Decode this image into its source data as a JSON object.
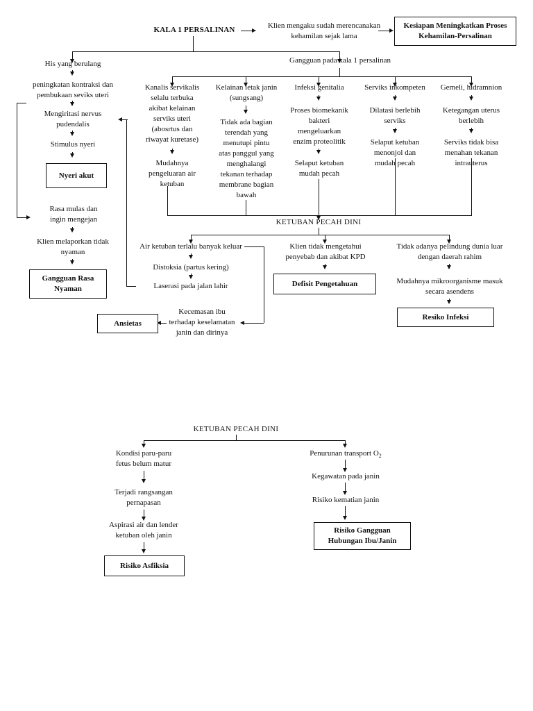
{
  "diagram": {
    "title": "Pathway KALA 1 PERSALINAN / KETUBAN PECAH DINI",
    "upper_section": {
      "root": "KALA 1 PERSALINAN",
      "assessment_right": "Klien mengaku sudah merencanakan\nkehamilan sejak lama",
      "diagnosis_top_right": "Kesiapan Meningkatkan Proses\nKehamilan-Persalinan",
      "branch_hub": "Gangguan pada kala 1 persalinan",
      "left_chain": {
        "n1": "His yang berulang",
        "n2": "peningkatan kontraksi dan\npembukaan seviks uteri",
        "n3": "Mengiritasi nervus\npudendalis",
        "n4": "Stimulus nyeri",
        "dx1": "Nyeri akut",
        "n5": "Rasa mulas dan\ningin mengejan",
        "n6": "Klien melaporkan tidak\nnyaman",
        "dx2": "Gangguan Rasa\nNyaman"
      },
      "columns": [
        {
          "name": "kanalis-servikalis",
          "steps": [
            "Kanalis servikalis\nselalu terbuka\nakibat kelainan\nserviks uteri\n(abosrtus dan\nriwayat kuretase)",
            "Mudahnya\npengeluaran air\nketuban"
          ]
        },
        {
          "name": "kelainan-letak-janin",
          "steps": [
            "Kelainan letak janin\n(sungsang)",
            "Tidak ada bagian\nterendah yang\nmenutupi pintu\natas panggul yang\nmenghalangi\ntekanan terhadap\nmembrane bagian\nbawah"
          ]
        },
        {
          "name": "infeksi-genitalia",
          "steps": [
            "Infeksi genitalia",
            "Proses biomekanik\nbakteri\nmengeluarkan\nenzim proteolitik",
            "Selaput ketuban\nmudah pecah"
          ]
        },
        {
          "name": "serviks-inkompeten",
          "steps": [
            "Serviks inkompeten",
            "Dilatasi berlebih\nserviks",
            "Selaput ketuban\nmenonjol dan\nmudah pecah"
          ]
        },
        {
          "name": "gemeli-hidramnion",
          "steps": [
            "Gemeli, hidramnion",
            "Ketegangan uterus\nberlebih",
            "Serviks tidak bisa\nmenahan tekanan\nintrauterus"
          ]
        }
      ],
      "kpd_label": "KETUBAN PECAH DINI",
      "kpd_branches": [
        {
          "name": "air-ketuban-keluar",
          "steps": [
            "Air ketuban terlalu banyak keluar",
            "Distoksia (partus kering)",
            "Laserasi pada jalan lahir"
          ],
          "anxiety_node": "Kecemasan ibu\nterhadap keselamatan\njanin dan dirinya",
          "diagnosis": "Ansietas"
        },
        {
          "name": "klien-tidak-mengetahui",
          "steps": [
            "Klien tidak mengetahui\npenyebab dan akibat KPD"
          ],
          "diagnosis": "Defisit Pengetahuan"
        },
        {
          "name": "tidak-adanya-pelindung",
          "steps": [
            "Tidak adanya pelindung dunia luar\ndengan daerah rahim",
            "Mudahnya mikroorganisme masuk\nsecara asendens"
          ],
          "diagnosis": "Resiko Infeksi"
        }
      ]
    },
    "lower_section": {
      "root": "KETUBAN PECAH DINI",
      "left_branch": {
        "steps": [
          "Kondisi paru-paru\nfetus belum matur",
          "Terjadi rangsangan\npernapasan",
          "Aspirasi air dan lender\nketuban oleh janin"
        ],
        "diagnosis": "Risiko Asfiksia"
      },
      "right_branch": {
        "steps": [
          "Penurunan transport O2",
          "Kegawatan pada janin",
          "Risiko kematian janin"
        ],
        "diagnosis": "Risiko Gangguan\nHubungan Ibu/Janin"
      }
    }
  }
}
